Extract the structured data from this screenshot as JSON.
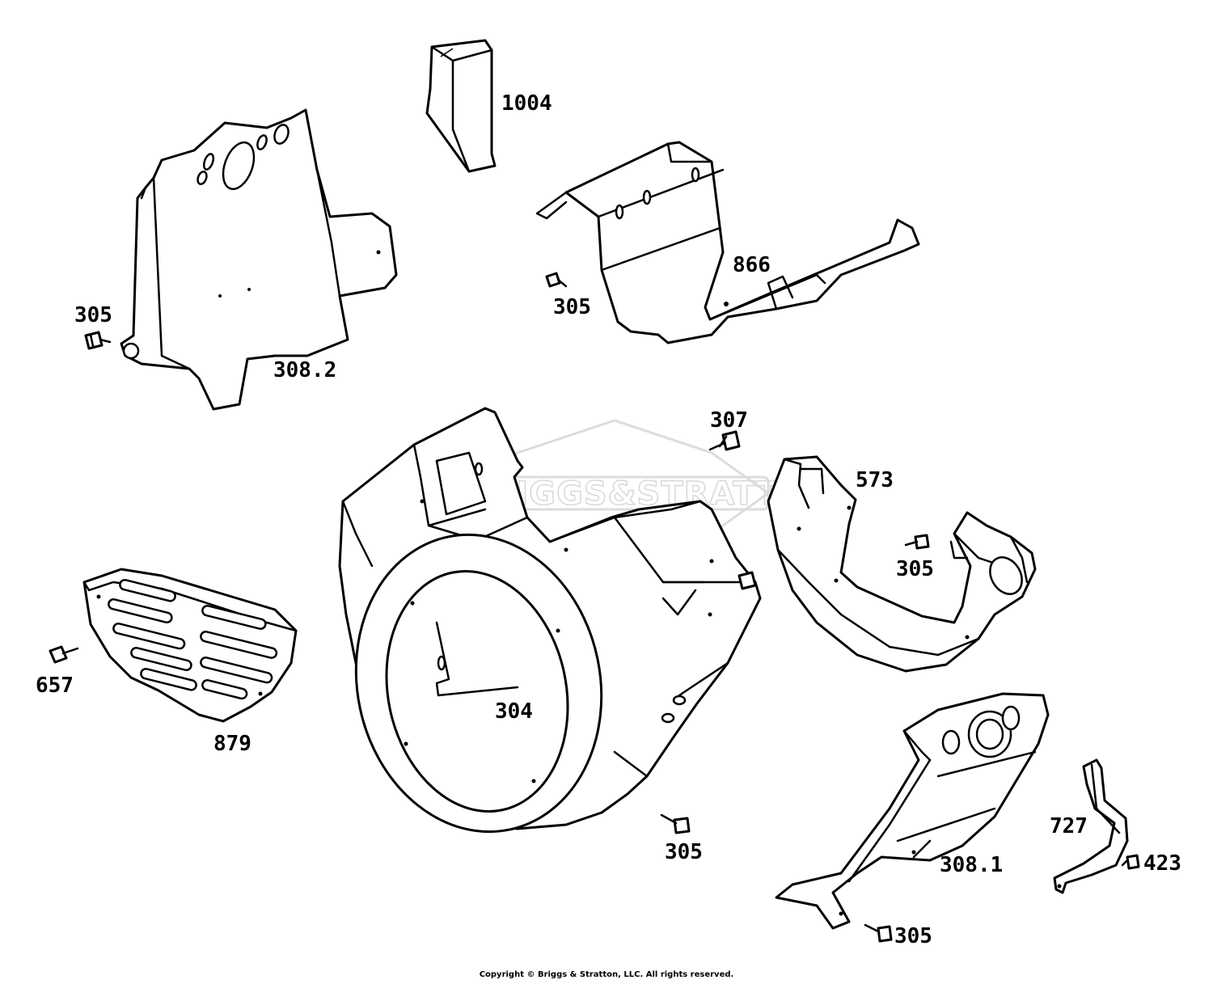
{
  "watermark": {
    "brand_text": "BRIGGS&STRATTON",
    "registered_mark": "®"
  },
  "parts": [
    {
      "id": "p1004",
      "label": "1004"
    },
    {
      "id": "p308_2",
      "label": "308.2"
    },
    {
      "id": "p305_a",
      "label": "305"
    },
    {
      "id": "p866",
      "label": "866"
    },
    {
      "id": "p305_b",
      "label": "305"
    },
    {
      "id": "p307",
      "label": "307"
    },
    {
      "id": "p573",
      "label": "573"
    },
    {
      "id": "p305_c",
      "label": "305"
    },
    {
      "id": "p304",
      "label": "304"
    },
    {
      "id": "p879",
      "label": "879"
    },
    {
      "id": "p657",
      "label": "657"
    },
    {
      "id": "p305_d",
      "label": "305"
    },
    {
      "id": "p308_1",
      "label": "308.1"
    },
    {
      "id": "p727",
      "label": "727"
    },
    {
      "id": "p423",
      "label": "423"
    },
    {
      "id": "p305_e",
      "label": "305"
    }
  ],
  "footer": {
    "copyright": "Copyright © Briggs & Stratton, LLC. All rights reserved."
  }
}
